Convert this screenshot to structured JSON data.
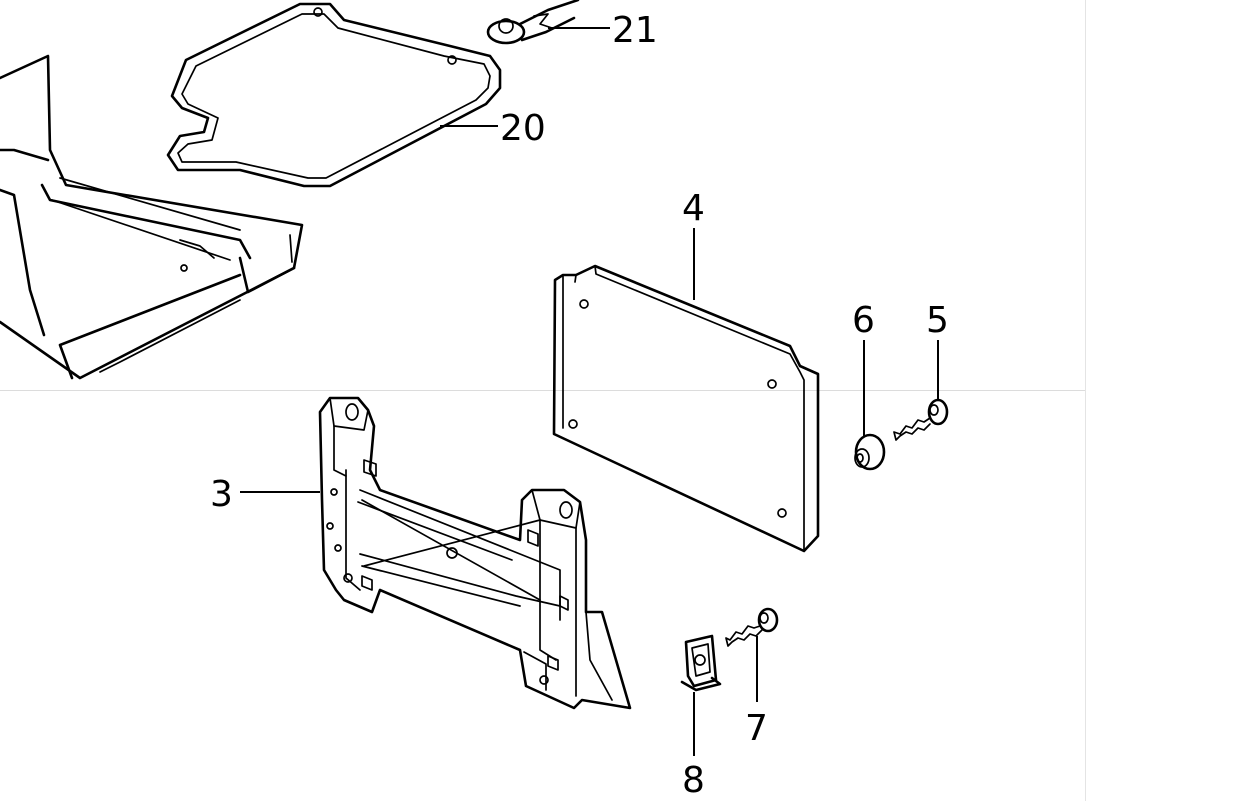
{
  "callouts": {
    "c21": "21",
    "c20": "20",
    "c4": "4",
    "c6": "6",
    "c5": "5",
    "c3": "3",
    "c7": "7",
    "c8": "8"
  },
  "colors": {
    "line": "#000000",
    "background": "#ffffff",
    "divider": "#dcdcdc"
  }
}
